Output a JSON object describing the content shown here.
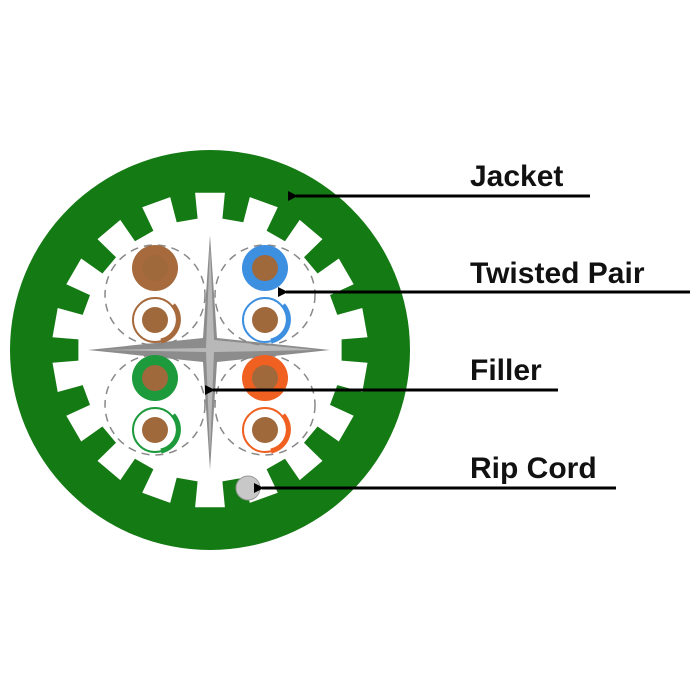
{
  "labels": {
    "jacket": "Jacket",
    "twisted_pair": "Twisted Pair",
    "filler": "Filler",
    "rip_cord": "Rip Cord"
  },
  "colors": {
    "jacket": "#147a14",
    "core_background": "#ffffff",
    "filler": "#8c8c8c",
    "copper": "#a0693c",
    "pair_brown": "#a66a3d",
    "pair_blue": "#3d8fe0",
    "pair_green": "#1c9a3c",
    "pair_orange": "#f06020",
    "rip_cord": "#c8c8c8",
    "leader_line": "#000000"
  },
  "pairs": [
    {
      "name": "brown",
      "solid_color_key": "pair_brown"
    },
    {
      "name": "blue",
      "solid_color_key": "pair_blue"
    },
    {
      "name": "green",
      "solid_color_key": "pair_green"
    },
    {
      "name": "orange",
      "solid_color_key": "pair_orange"
    }
  ]
}
